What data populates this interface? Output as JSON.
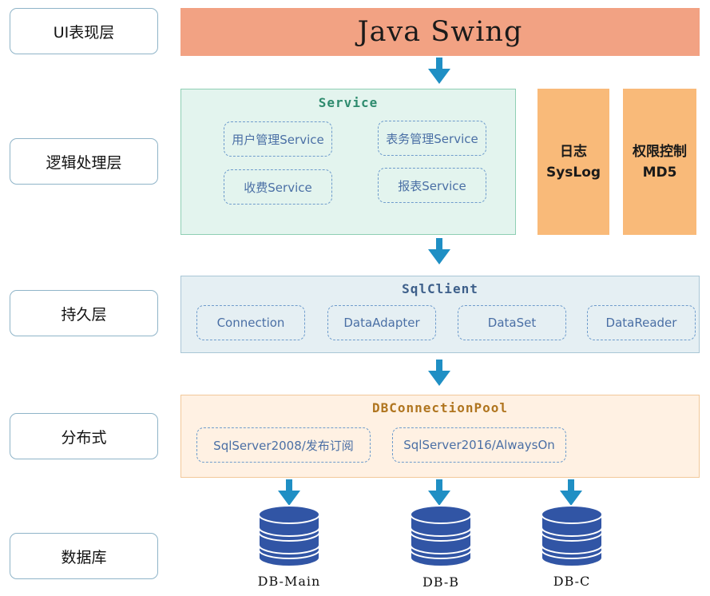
{
  "layers": {
    "ui": "UI表现层",
    "logic": "逻辑处理层",
    "persistence": "持久层",
    "distributed": "分布式",
    "database": "数据库"
  },
  "header": {
    "title": "Java Swing"
  },
  "service": {
    "title": "Service",
    "modules": [
      "用户管理Service",
      "表务管理Service",
      "收费Service",
      "报表Service"
    ]
  },
  "side": {
    "log_line1": "日志",
    "log_line2": "SysLog",
    "perm_line1": "权限控制",
    "perm_line2": "MD5"
  },
  "sqlclient": {
    "title": "SqlClient",
    "modules": [
      "Connection",
      "DataAdapter",
      "DataSet",
      "DataReader"
    ]
  },
  "pool": {
    "title": "DBConnectionPool",
    "modules": [
      "SqlServer2008/发布订阅",
      "SqlServer2016/AlwaysOn"
    ]
  },
  "databases": [
    "DB-Main",
    "DB-B",
    "DB-C"
  ],
  "colors": {
    "header": "#f2a283",
    "service_bg": "#e3f4ee",
    "sqlclient_bg": "#e5eff3",
    "pool_bg": "#fff1e3",
    "side_boxes": "#f9ba79",
    "arrow": "#1f8fc4",
    "db": "#3155a5"
  }
}
